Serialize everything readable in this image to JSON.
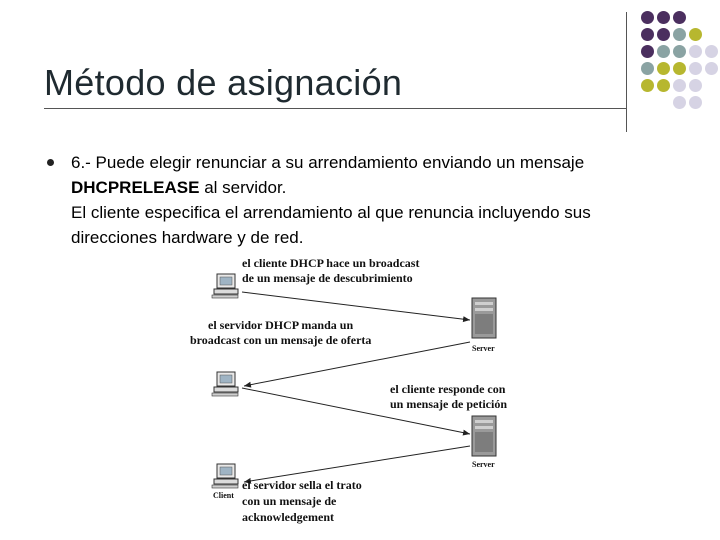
{
  "slide": {
    "title": "Método de asignación",
    "bullet": {
      "line1_prefix": "6.- Puede elegir renunciar a su arrendamiento enviando un mensaje",
      "line2_bold": "DHCPRELEASE",
      "line2_rest": " al servidor.",
      "line3": "El cliente especifica el arrendamiento al que renuncia incluyendo sus direcciones hardware y de red."
    }
  },
  "diagram": {
    "messages": [
      {
        "line1": "el cliente DHCP hace un broadcast",
        "line2": "de un mensaje de descubrimiento"
      },
      {
        "line1": "el servidor DHCP manda un",
        "line2": "broadcast con un mensaje de oferta"
      },
      {
        "line1": "el cliente responde con",
        "line2": "un mensaje de petición"
      },
      {
        "line1": "el servidor sella el trato",
        "line2": "con un mensaje de",
        "line3": "acknowledgement"
      }
    ],
    "server_label": "Server",
    "client_label": "Client"
  },
  "decoration": {
    "colors": {
      "purple": "#4b2f5f",
      "teal": "#8aa3a3",
      "olive": "#b7b72f",
      "lavender": "#d6d3e4"
    }
  }
}
